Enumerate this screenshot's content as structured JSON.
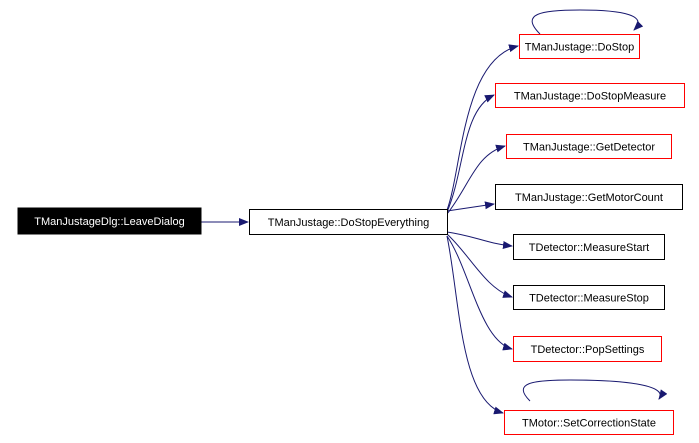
{
  "colors": {
    "edge": "#191970",
    "border_default": "#000000",
    "border_undocumented": "#ff0000",
    "root_fill": "#000000",
    "root_text": "#ffffff",
    "node_fill": "#ffffff",
    "node_text": "#000000"
  },
  "nodes": {
    "leave_dialog": {
      "label": "TManJustageDlg::LeaveDialog"
    },
    "do_stop_everything": {
      "label": "TManJustage::DoStopEverything"
    },
    "do_stop": {
      "label": "TManJustage::DoStop"
    },
    "do_stop_measure": {
      "label": "TManJustage::DoStopMeasure"
    },
    "get_detector": {
      "label": "TManJustage::GetDetector"
    },
    "get_motor_count": {
      "label": "TManJustage::GetMotorCount"
    },
    "measure_start": {
      "label": "TDetector::MeasureStart"
    },
    "measure_stop": {
      "label": "TDetector::MeasureStop"
    },
    "pop_settings": {
      "label": "TDetector::PopSettings"
    },
    "set_correction_state": {
      "label": "TMotor::SetCorrectionState"
    }
  }
}
